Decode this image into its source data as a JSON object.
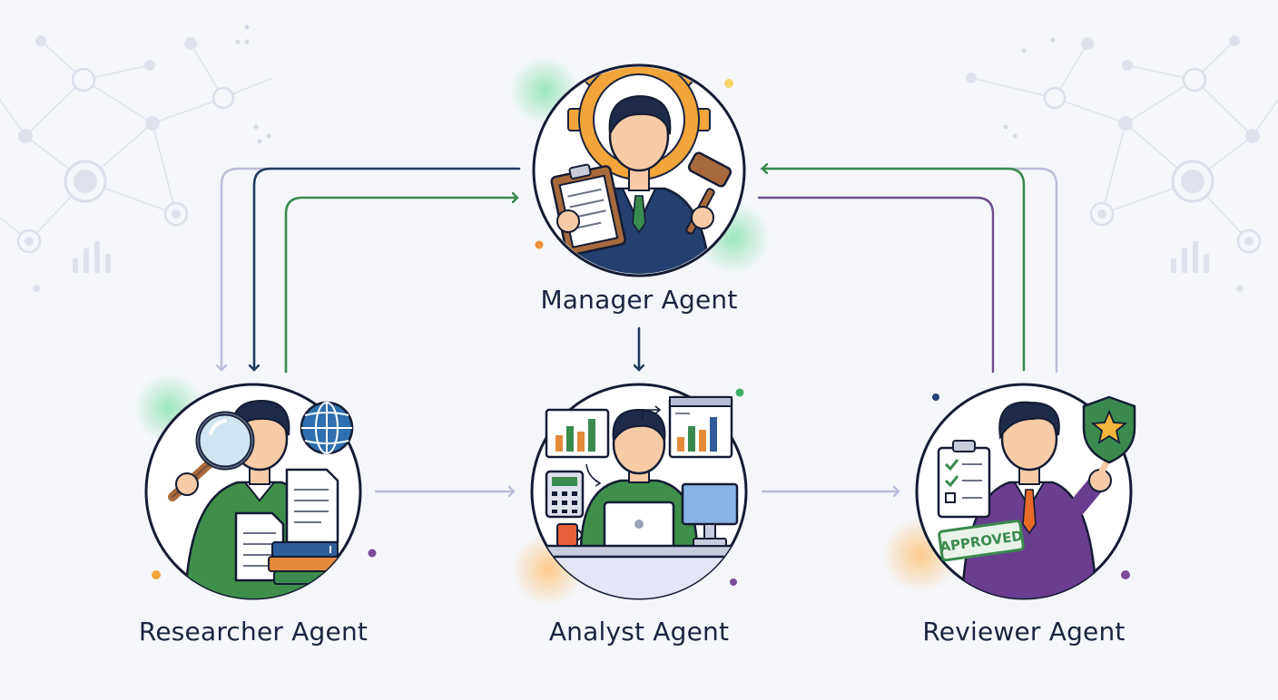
{
  "agents": {
    "manager": {
      "label": "Manager Agent"
    },
    "researcher": {
      "label": "Researcher Agent"
    },
    "analyst": {
      "label": "Analyst Agent"
    },
    "reviewer": {
      "label": "Reviewer Agent"
    }
  },
  "stamp": {
    "text": "APPROVED"
  },
  "colors": {
    "navy": "#1f3a5f",
    "green": "#3a8a4e",
    "purple": "#6c4c8c",
    "lavender": "#b9bdd8",
    "gear": "#f2a53a",
    "suit_blue": "#23406e",
    "suit_purple": "#6a3d8f",
    "sweater_green": "#3f8f4a",
    "skin": "#f6cba6",
    "hair": "#1e2a4a"
  },
  "icons": {
    "manager": [
      "gear-icon",
      "clipboard-icon",
      "gavel-icon"
    ],
    "researcher": [
      "magnifier-icon",
      "globe-icon",
      "document-icon",
      "books-icon"
    ],
    "analyst": [
      "bar-chart-icon",
      "calculator-icon",
      "laptop-icon",
      "monitor-icon",
      "coffee-mug-icon"
    ],
    "reviewer": [
      "checklist-icon",
      "shield-star-icon",
      "approved-stamp-icon"
    ]
  }
}
